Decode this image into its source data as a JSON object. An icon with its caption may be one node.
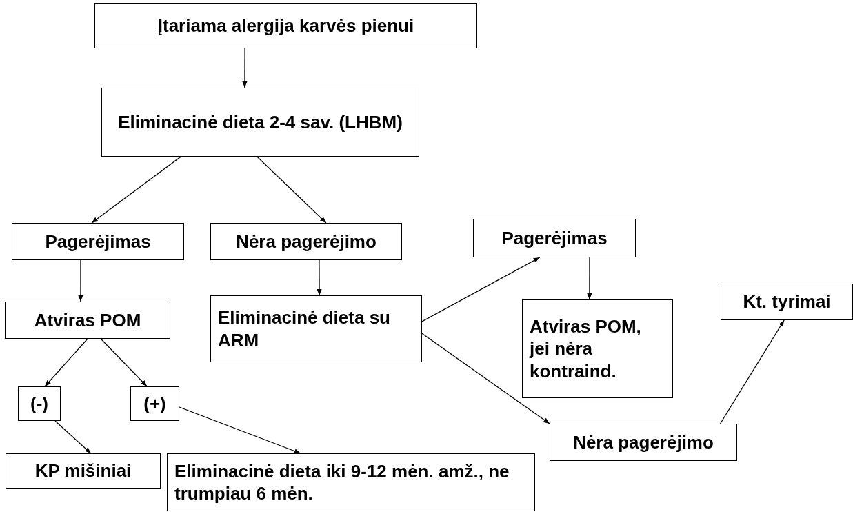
{
  "diagram": {
    "nodes": [
      {
        "text": [
          "Įtariama alergija karvės pienui"
        ]
      },
      {
        "text": [
          "Eliminacinė dieta 2-4 sav. (LHBM)"
        ]
      },
      {
        "text": [
          "Pagerėjimas"
        ]
      },
      {
        "text": [
          "Nėra pagerėjimo"
        ]
      },
      {
        "text": [
          "Atviras POM"
        ]
      },
      {
        "text": [
          "Eliminacinė dieta su ARM"
        ]
      },
      {
        "text": [
          "Pagerėjimas"
        ]
      },
      {
        "text": [
          "Atviras POM, jei nėra kontraind."
        ]
      },
      {
        "text": [
          "Kt. tyrimai"
        ]
      },
      {
        "text": [
          "(-)"
        ]
      },
      {
        "text": [
          "(+)"
        ]
      },
      {
        "text": [
          "Nėra pagerėjimo"
        ]
      },
      {
        "text": [
          "KP mišiniai"
        ]
      },
      {
        "text": [
          "Eliminacinė dieta iki 9-12 mėn. amž., ne trumpiau 6 mėn."
        ]
      }
    ],
    "edges": [
      {
        "from": 0,
        "to": 1,
        "arrow": "to"
      },
      {
        "from": 1,
        "to": 2,
        "arrow": "to"
      },
      {
        "from": 1,
        "to": 3,
        "arrow": "to"
      },
      {
        "from": 2,
        "to": 4,
        "arrow": "to"
      },
      {
        "from": 3,
        "to": 5,
        "arrow": "to"
      },
      {
        "from": 5,
        "to": 6,
        "arrow": "to"
      },
      {
        "from": 6,
        "to": 7,
        "arrow": "to"
      },
      {
        "from": 5,
        "to": 11,
        "arrow": "to"
      },
      {
        "from": 11,
        "to": 8,
        "arrow": "to"
      },
      {
        "from": 4,
        "to": 9,
        "arrow": "to"
      },
      {
        "from": 4,
        "to": 10,
        "arrow": "to"
      },
      {
        "from": 9,
        "to": 12,
        "arrow": "to"
      },
      {
        "from": 10,
        "to": 13,
        "arrow": "to"
      }
    ]
  }
}
